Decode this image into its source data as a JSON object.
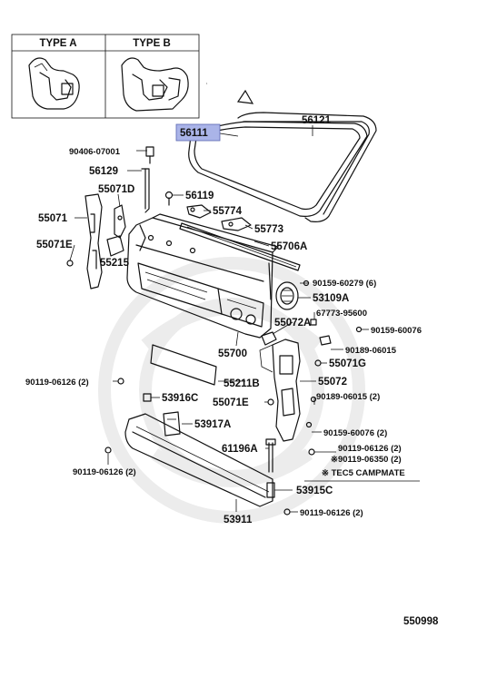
{
  "inset": {
    "type_a": "TYPE A",
    "type_b": "TYPE B"
  },
  "highlight_color": "#aab4e8",
  "labels": {
    "p56111": "56111",
    "p56121": "56121",
    "p90406": "90406-07001",
    "p56129": "56129",
    "p55071D": "55071D",
    "p56119": "56119",
    "p55071": "55071",
    "p55774": "55774",
    "p55773": "55773",
    "p55071E_l": "55071E",
    "p55706A": "55706A",
    "p55215": "55215",
    "p90159_60279": "90159-60279 (6)",
    "p53109A": "53109A",
    "p67773": "67773-95600",
    "p55072A": "55072A",
    "p90159_60076_r": "90159-60076",
    "p55700": "55700",
    "p90189_06015": "90189-06015",
    "p55071G": "55071G",
    "p90119_06126_l": "90119-06126 (2)",
    "p55211B": "55211B",
    "p55072": "55072",
    "p53916C": "53916C",
    "p55071E_m": "55071E",
    "p90189_06015_2": "90189-06015 (2)",
    "p53917A": "53917A",
    "p90159_60076_2": "90159-60076 (2)",
    "p61196A": "61196A",
    "p90119_06126_r": "90119-06126 (2)",
    "p90119_06350": "※90119-06350 (2)",
    "p90119_06126_bl": "90119-06126 (2)",
    "tec5": "※ TEC5  CAMPMATE",
    "p53915C": "53915C",
    "p53911": "53911",
    "p90119_06126_b": "90119-06126 (2)"
  },
  "diagram_id": "550998"
}
